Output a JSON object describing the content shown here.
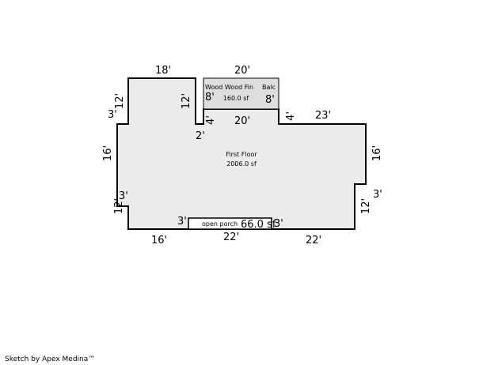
{
  "sketch": {
    "main_area": {
      "label": "First Floor",
      "area": "2006.0 sf"
    },
    "wood_fin": {
      "label": "Wood Wood Fin",
      "area": "160.0 sf",
      "extra_label": "Balc"
    },
    "porch": {
      "label": "open porch",
      "area": "66.0 sf"
    },
    "dimensions": {
      "top_left": "18'",
      "top_mid": "20'",
      "left_upper": "12'",
      "left_step": "3'",
      "left_mid": "16'",
      "left_lower": "12'",
      "left_lower_step": "3'",
      "notch_height": "12'",
      "notch_width": "2'",
      "wood_left": "8'",
      "wood_right": "8'",
      "wood_bottom": "20'",
      "small_step_left": "4'",
      "small_step_right": "4'",
      "right_top": "23'",
      "right_mid": "16'",
      "right_lower": "12'",
      "right_lower_step": "3'",
      "porch_left": "3'",
      "porch_right": "3'",
      "bottom_left": "16'",
      "bottom_mid": "22'",
      "bottom_right": "22'"
    },
    "colors": {
      "fill": "#ebebeb",
      "wood_fill": "#dedede",
      "line": "#000000"
    }
  },
  "footer": {
    "credit": "Sketch by Apex Medina™"
  }
}
